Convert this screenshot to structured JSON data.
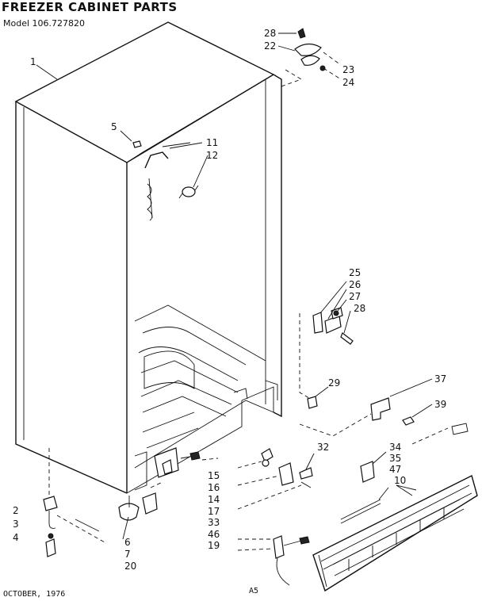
{
  "title": "FREEZER CABINET PARTS",
  "model": "Model 106.727820",
  "footer_date": "OCTOBER, 1976",
  "footer_code": "A5",
  "callouts": [
    "1",
    "5",
    "11",
    "12",
    "28",
    "22",
    "23",
    "24",
    "25",
    "26",
    "27",
    "28",
    "29",
    "37",
    "39",
    "32",
    "34",
    "35",
    "47",
    "10",
    "15",
    "16",
    "14",
    "17",
    "33",
    "46",
    "19",
    "2",
    "3",
    "4",
    "6",
    "7",
    "20"
  ]
}
